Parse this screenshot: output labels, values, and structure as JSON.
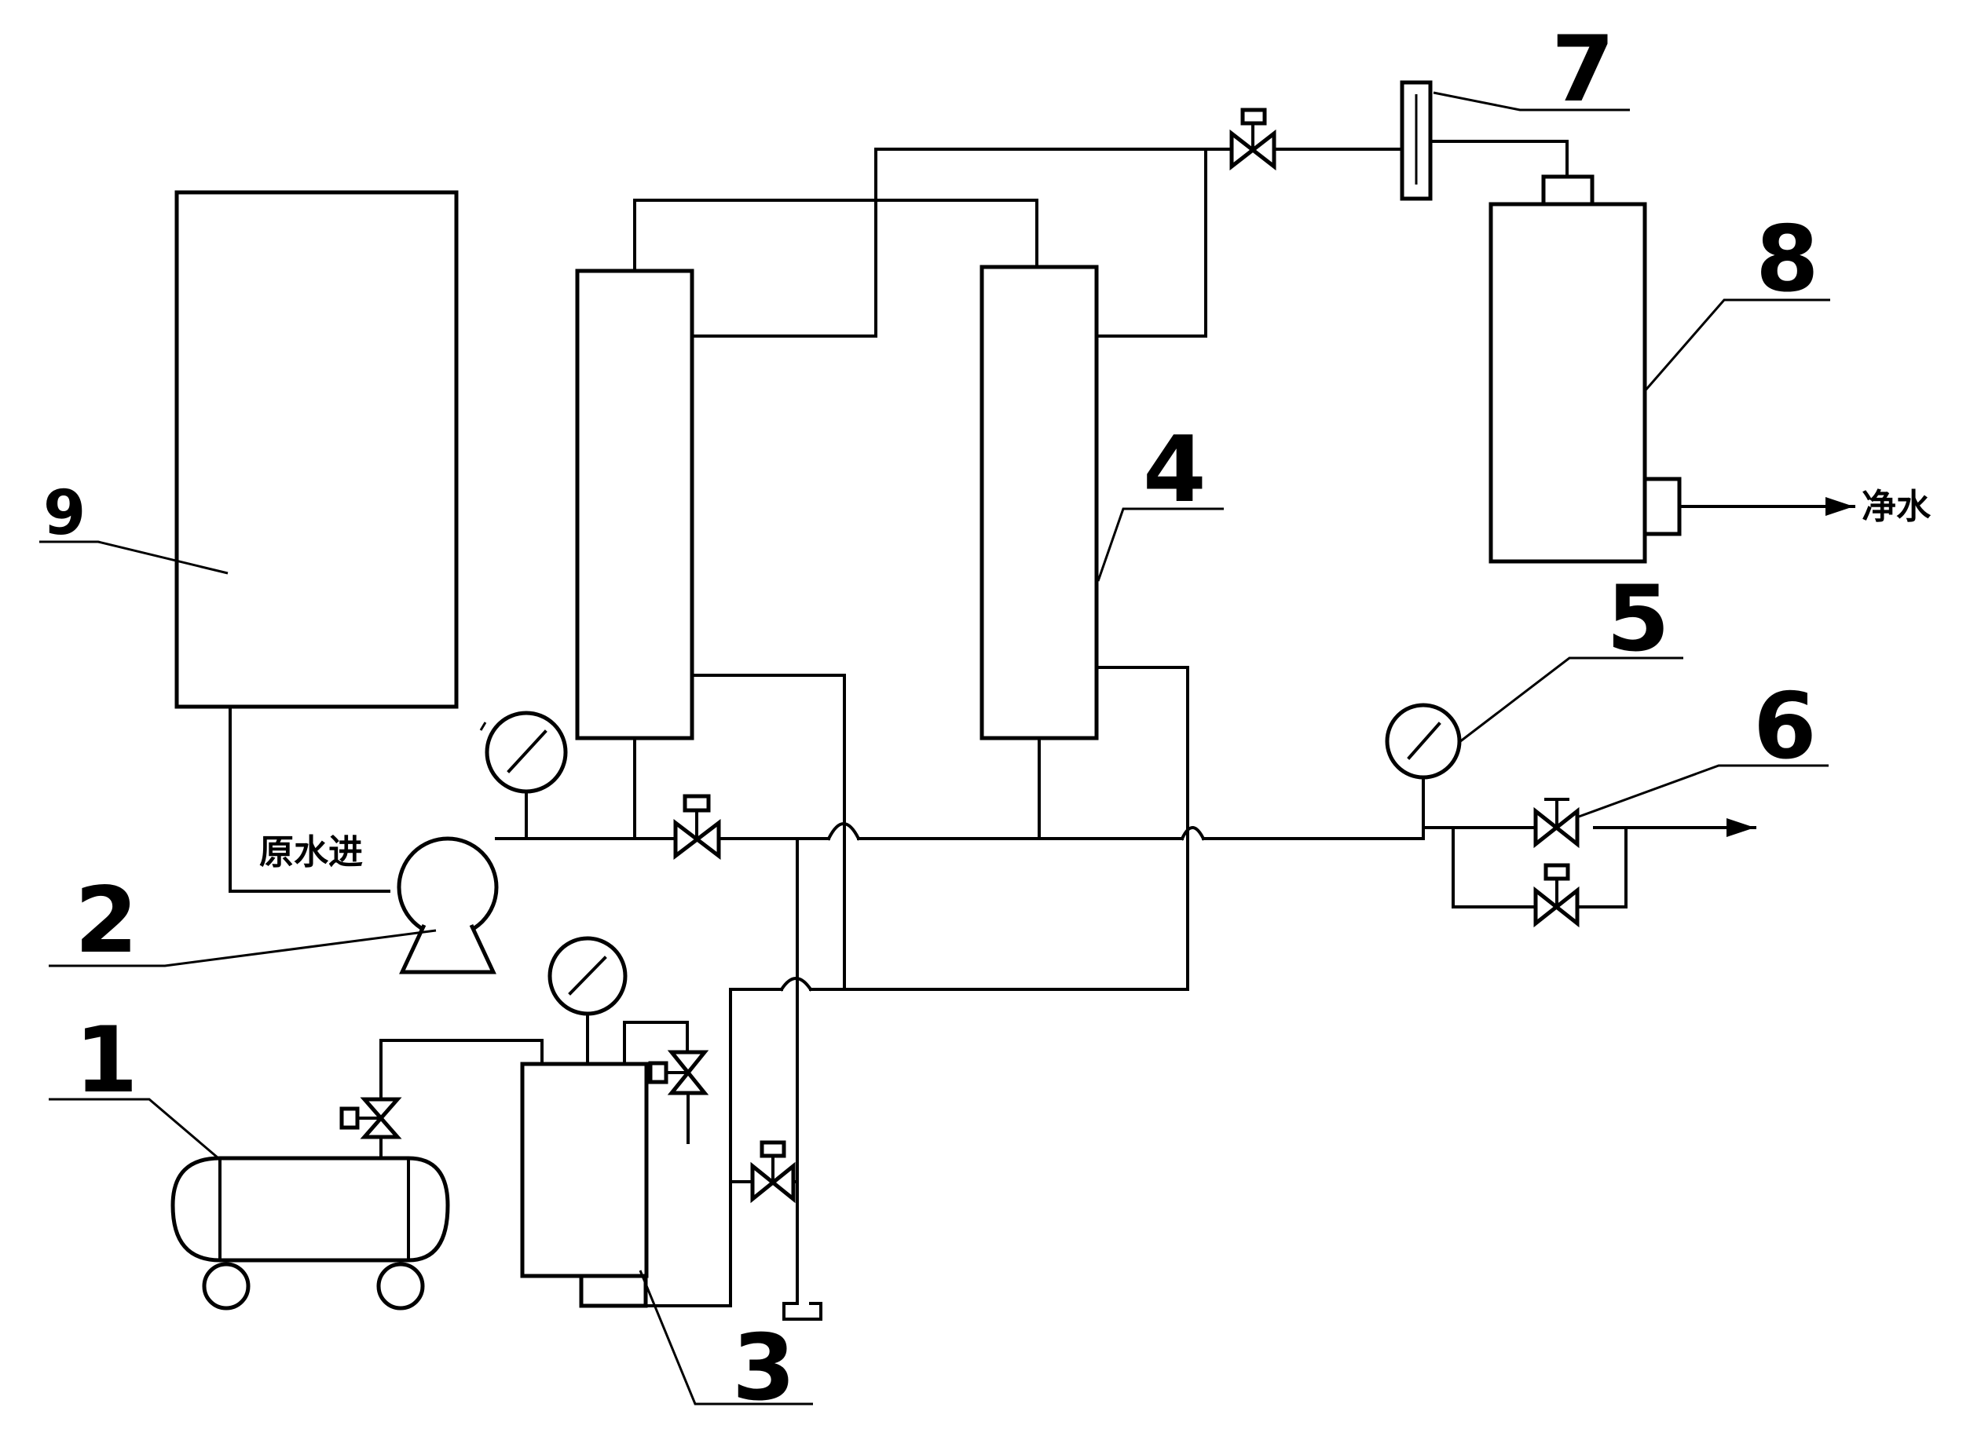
{
  "labels": {
    "n1": "1",
    "n2": "2",
    "n3": "3",
    "n4": "4",
    "n5": "5",
    "n6": "6",
    "n7": "7",
    "n8": "8",
    "n9": "9"
  },
  "text": {
    "raw_water_in": "原水进",
    "clean_water": "净水"
  }
}
